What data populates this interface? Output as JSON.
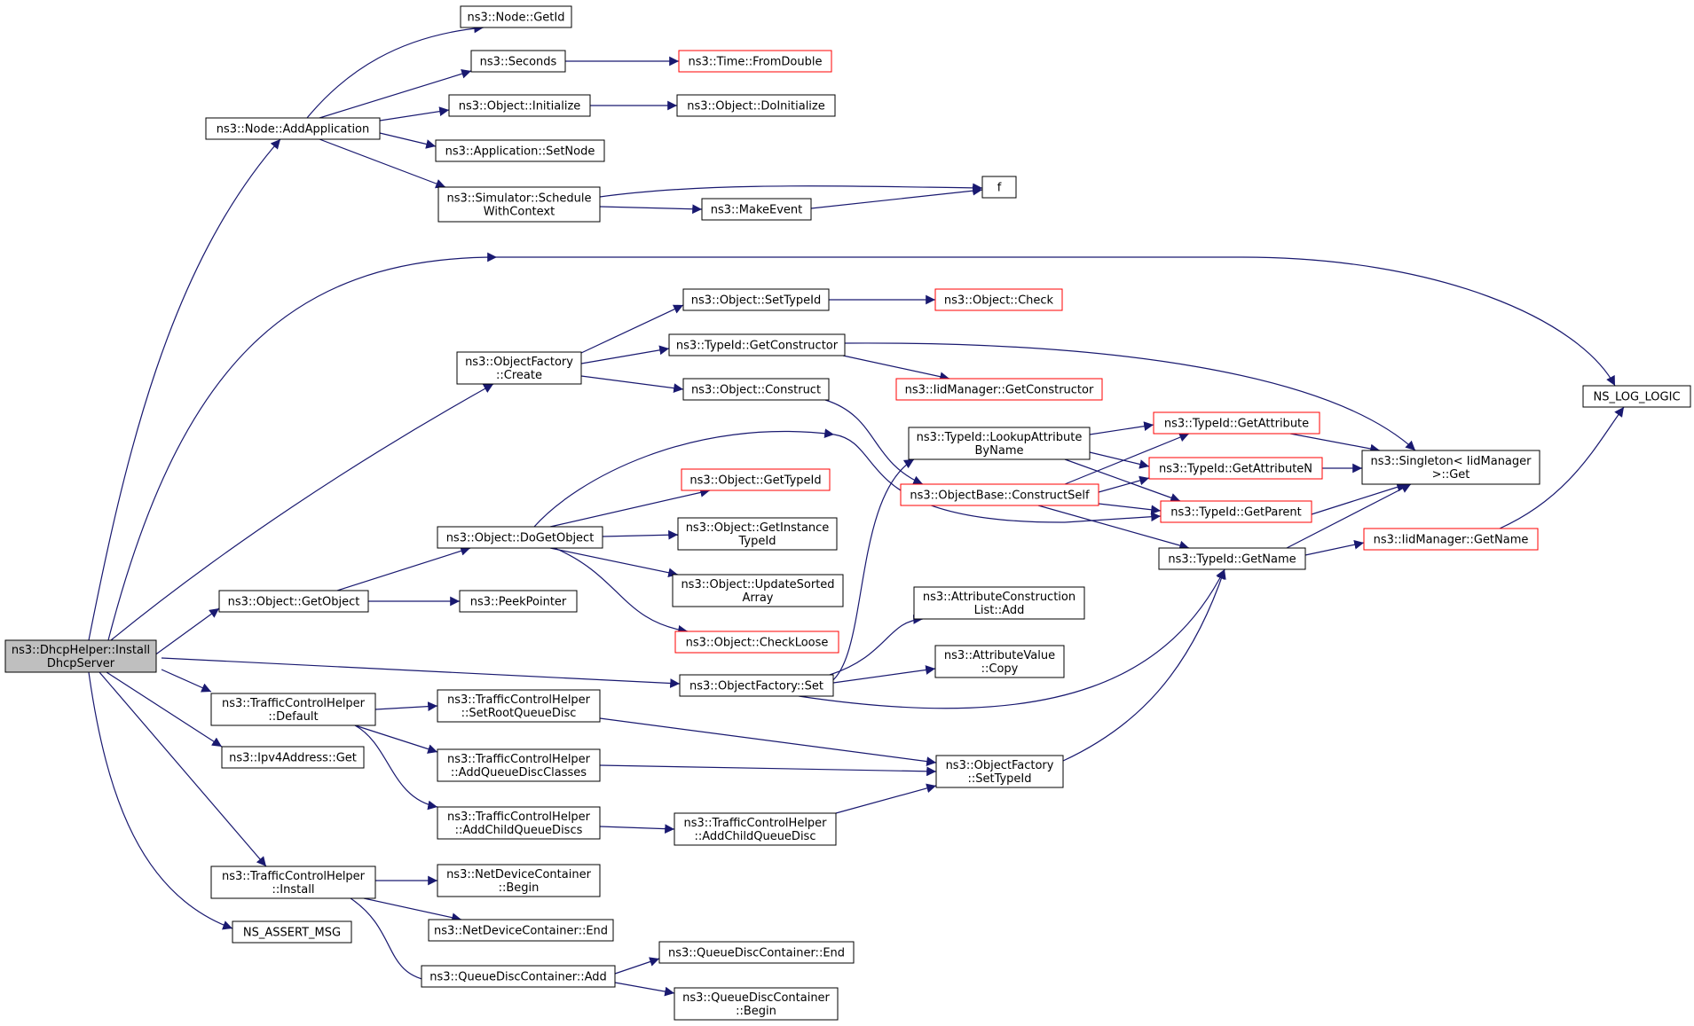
{
  "colors": {
    "edge": "#191970",
    "box_border": "#000000",
    "incomplete_border": "#ff0000",
    "root_fill": "#bfbfbf"
  },
  "nodes": [
    {
      "id": "root",
      "lines": [
        "ns3::DhcpHelper::Install",
        "DhcpServer"
      ],
      "style": "root"
    },
    {
      "id": "addapp",
      "lines": [
        "ns3::Node::AddApplication"
      ],
      "style": "normal"
    },
    {
      "id": "getid",
      "lines": [
        "ns3::Node::GetId"
      ],
      "style": "normal"
    },
    {
      "id": "seconds",
      "lines": [
        "ns3::Seconds"
      ],
      "style": "normal"
    },
    {
      "id": "fromdouble",
      "lines": [
        "ns3::Time::FromDouble"
      ],
      "style": "red"
    },
    {
      "id": "objinit",
      "lines": [
        "ns3::Object::Initialize"
      ],
      "style": "normal"
    },
    {
      "id": "doinit",
      "lines": [
        "ns3::Object::DoInitialize"
      ],
      "style": "normal"
    },
    {
      "id": "setnode",
      "lines": [
        "ns3::Application::SetNode"
      ],
      "style": "normal"
    },
    {
      "id": "schedule",
      "lines": [
        "ns3::Simulator::Schedule",
        "WithContext"
      ],
      "style": "normal"
    },
    {
      "id": "makeevent",
      "lines": [
        "ns3::MakeEvent"
      ],
      "style": "normal"
    },
    {
      "id": "f",
      "lines": [
        "f"
      ],
      "style": "normal"
    },
    {
      "id": "nslog",
      "lines": [
        "NS_LOG_LOGIC"
      ],
      "style": "normal"
    },
    {
      "id": "settypeid",
      "lines": [
        "ns3::Object::SetTypeId"
      ],
      "style": "normal"
    },
    {
      "id": "objcheck",
      "lines": [
        "ns3::Object::Check"
      ],
      "style": "red"
    },
    {
      "id": "ofcreate",
      "lines": [
        "ns3::ObjectFactory",
        "::Create"
      ],
      "style": "normal"
    },
    {
      "id": "getctor",
      "lines": [
        "ns3::TypeId::GetConstructor"
      ],
      "style": "normal"
    },
    {
      "id": "iidgetctor",
      "lines": [
        "ns3::IidManager::GetConstructor"
      ],
      "style": "red"
    },
    {
      "id": "construct",
      "lines": [
        "ns3::Object::Construct"
      ],
      "style": "normal"
    },
    {
      "id": "lookupattr",
      "lines": [
        "ns3::TypeId::LookupAttribute",
        "ByName"
      ],
      "style": "normal"
    },
    {
      "id": "getattr",
      "lines": [
        "ns3::TypeId::GetAttribute"
      ],
      "style": "red"
    },
    {
      "id": "getattrn",
      "lines": [
        "ns3::TypeId::GetAttributeN"
      ],
      "style": "red"
    },
    {
      "id": "singleton",
      "lines": [
        "ns3::Singleton< IidManager",
        ">::Get"
      ],
      "style": "normal"
    },
    {
      "id": "constructself",
      "lines": [
        "ns3::ObjectBase::ConstructSelf"
      ],
      "style": "red"
    },
    {
      "id": "getparent",
      "lines": [
        "ns3::TypeId::GetParent"
      ],
      "style": "red"
    },
    {
      "id": "gettypeid",
      "lines": [
        "ns3::Object::GetTypeId"
      ],
      "style": "red"
    },
    {
      "id": "dogetobject",
      "lines": [
        "ns3::Object::DoGetObject"
      ],
      "style": "normal"
    },
    {
      "id": "getinstance",
      "lines": [
        "ns3::Object::GetInstance",
        "TypeId"
      ],
      "style": "normal"
    },
    {
      "id": "gettypename",
      "lines": [
        "ns3::TypeId::GetName"
      ],
      "style": "normal"
    },
    {
      "id": "iidgetname",
      "lines": [
        "ns3::IidManager::GetName"
      ],
      "style": "red"
    },
    {
      "id": "updatesorted",
      "lines": [
        "ns3::Object::UpdateSorted",
        "Array"
      ],
      "style": "normal"
    },
    {
      "id": "getobject",
      "lines": [
        "ns3::Object::GetObject"
      ],
      "style": "normal"
    },
    {
      "id": "peekpointer",
      "lines": [
        "ns3::PeekPointer"
      ],
      "style": "normal"
    },
    {
      "id": "attrconsadd",
      "lines": [
        "ns3::AttributeConstruction",
        "List::Add"
      ],
      "style": "normal"
    },
    {
      "id": "checkloose",
      "lines": [
        "ns3::Object::CheckLoose"
      ],
      "style": "red"
    },
    {
      "id": "attrcopy",
      "lines": [
        "ns3::AttributeValue",
        "::Copy"
      ],
      "style": "normal"
    },
    {
      "id": "ofset",
      "lines": [
        "ns3::ObjectFactory::Set"
      ],
      "style": "normal"
    },
    {
      "id": "tchdefault",
      "lines": [
        "ns3::TrafficControlHelper",
        "::Default"
      ],
      "style": "normal"
    },
    {
      "id": "setrootqd",
      "lines": [
        "ns3::TrafficControlHelper",
        "::SetRootQueueDisc"
      ],
      "style": "normal"
    },
    {
      "id": "ipv4get",
      "lines": [
        "ns3::Ipv4Address::Get"
      ],
      "style": "normal"
    },
    {
      "id": "addqdclasses",
      "lines": [
        "ns3::TrafficControlHelper",
        "::AddQueueDiscClasses"
      ],
      "style": "normal"
    },
    {
      "id": "ofsettypeid",
      "lines": [
        "ns3::ObjectFactory",
        "::SetTypeId"
      ],
      "style": "normal"
    },
    {
      "id": "addchildqds",
      "lines": [
        "ns3::TrafficControlHelper",
        "::AddChildQueueDiscs"
      ],
      "style": "normal"
    },
    {
      "id": "addchildqd",
      "lines": [
        "ns3::TrafficControlHelper",
        "::AddChildQueueDisc"
      ],
      "style": "normal"
    },
    {
      "id": "tchinstall",
      "lines": [
        "ns3::TrafficControlHelper",
        "::Install"
      ],
      "style": "normal"
    },
    {
      "id": "ndcbegin",
      "lines": [
        "ns3::NetDeviceContainer",
        "::Begin"
      ],
      "style": "normal"
    },
    {
      "id": "nsassert",
      "lines": [
        "NS_ASSERT_MSG"
      ],
      "style": "normal"
    },
    {
      "id": "ndcend",
      "lines": [
        "ns3::NetDeviceContainer::End"
      ],
      "style": "normal"
    },
    {
      "id": "qdcend",
      "lines": [
        "ns3::QueueDiscContainer::End"
      ],
      "style": "normal"
    },
    {
      "id": "qdcadd",
      "lines": [
        "ns3::QueueDiscContainer::Add"
      ],
      "style": "normal"
    },
    {
      "id": "qdcbegin",
      "lines": [
        "ns3::QueueDiscContainer",
        "::Begin"
      ],
      "style": "normal"
    }
  ]
}
